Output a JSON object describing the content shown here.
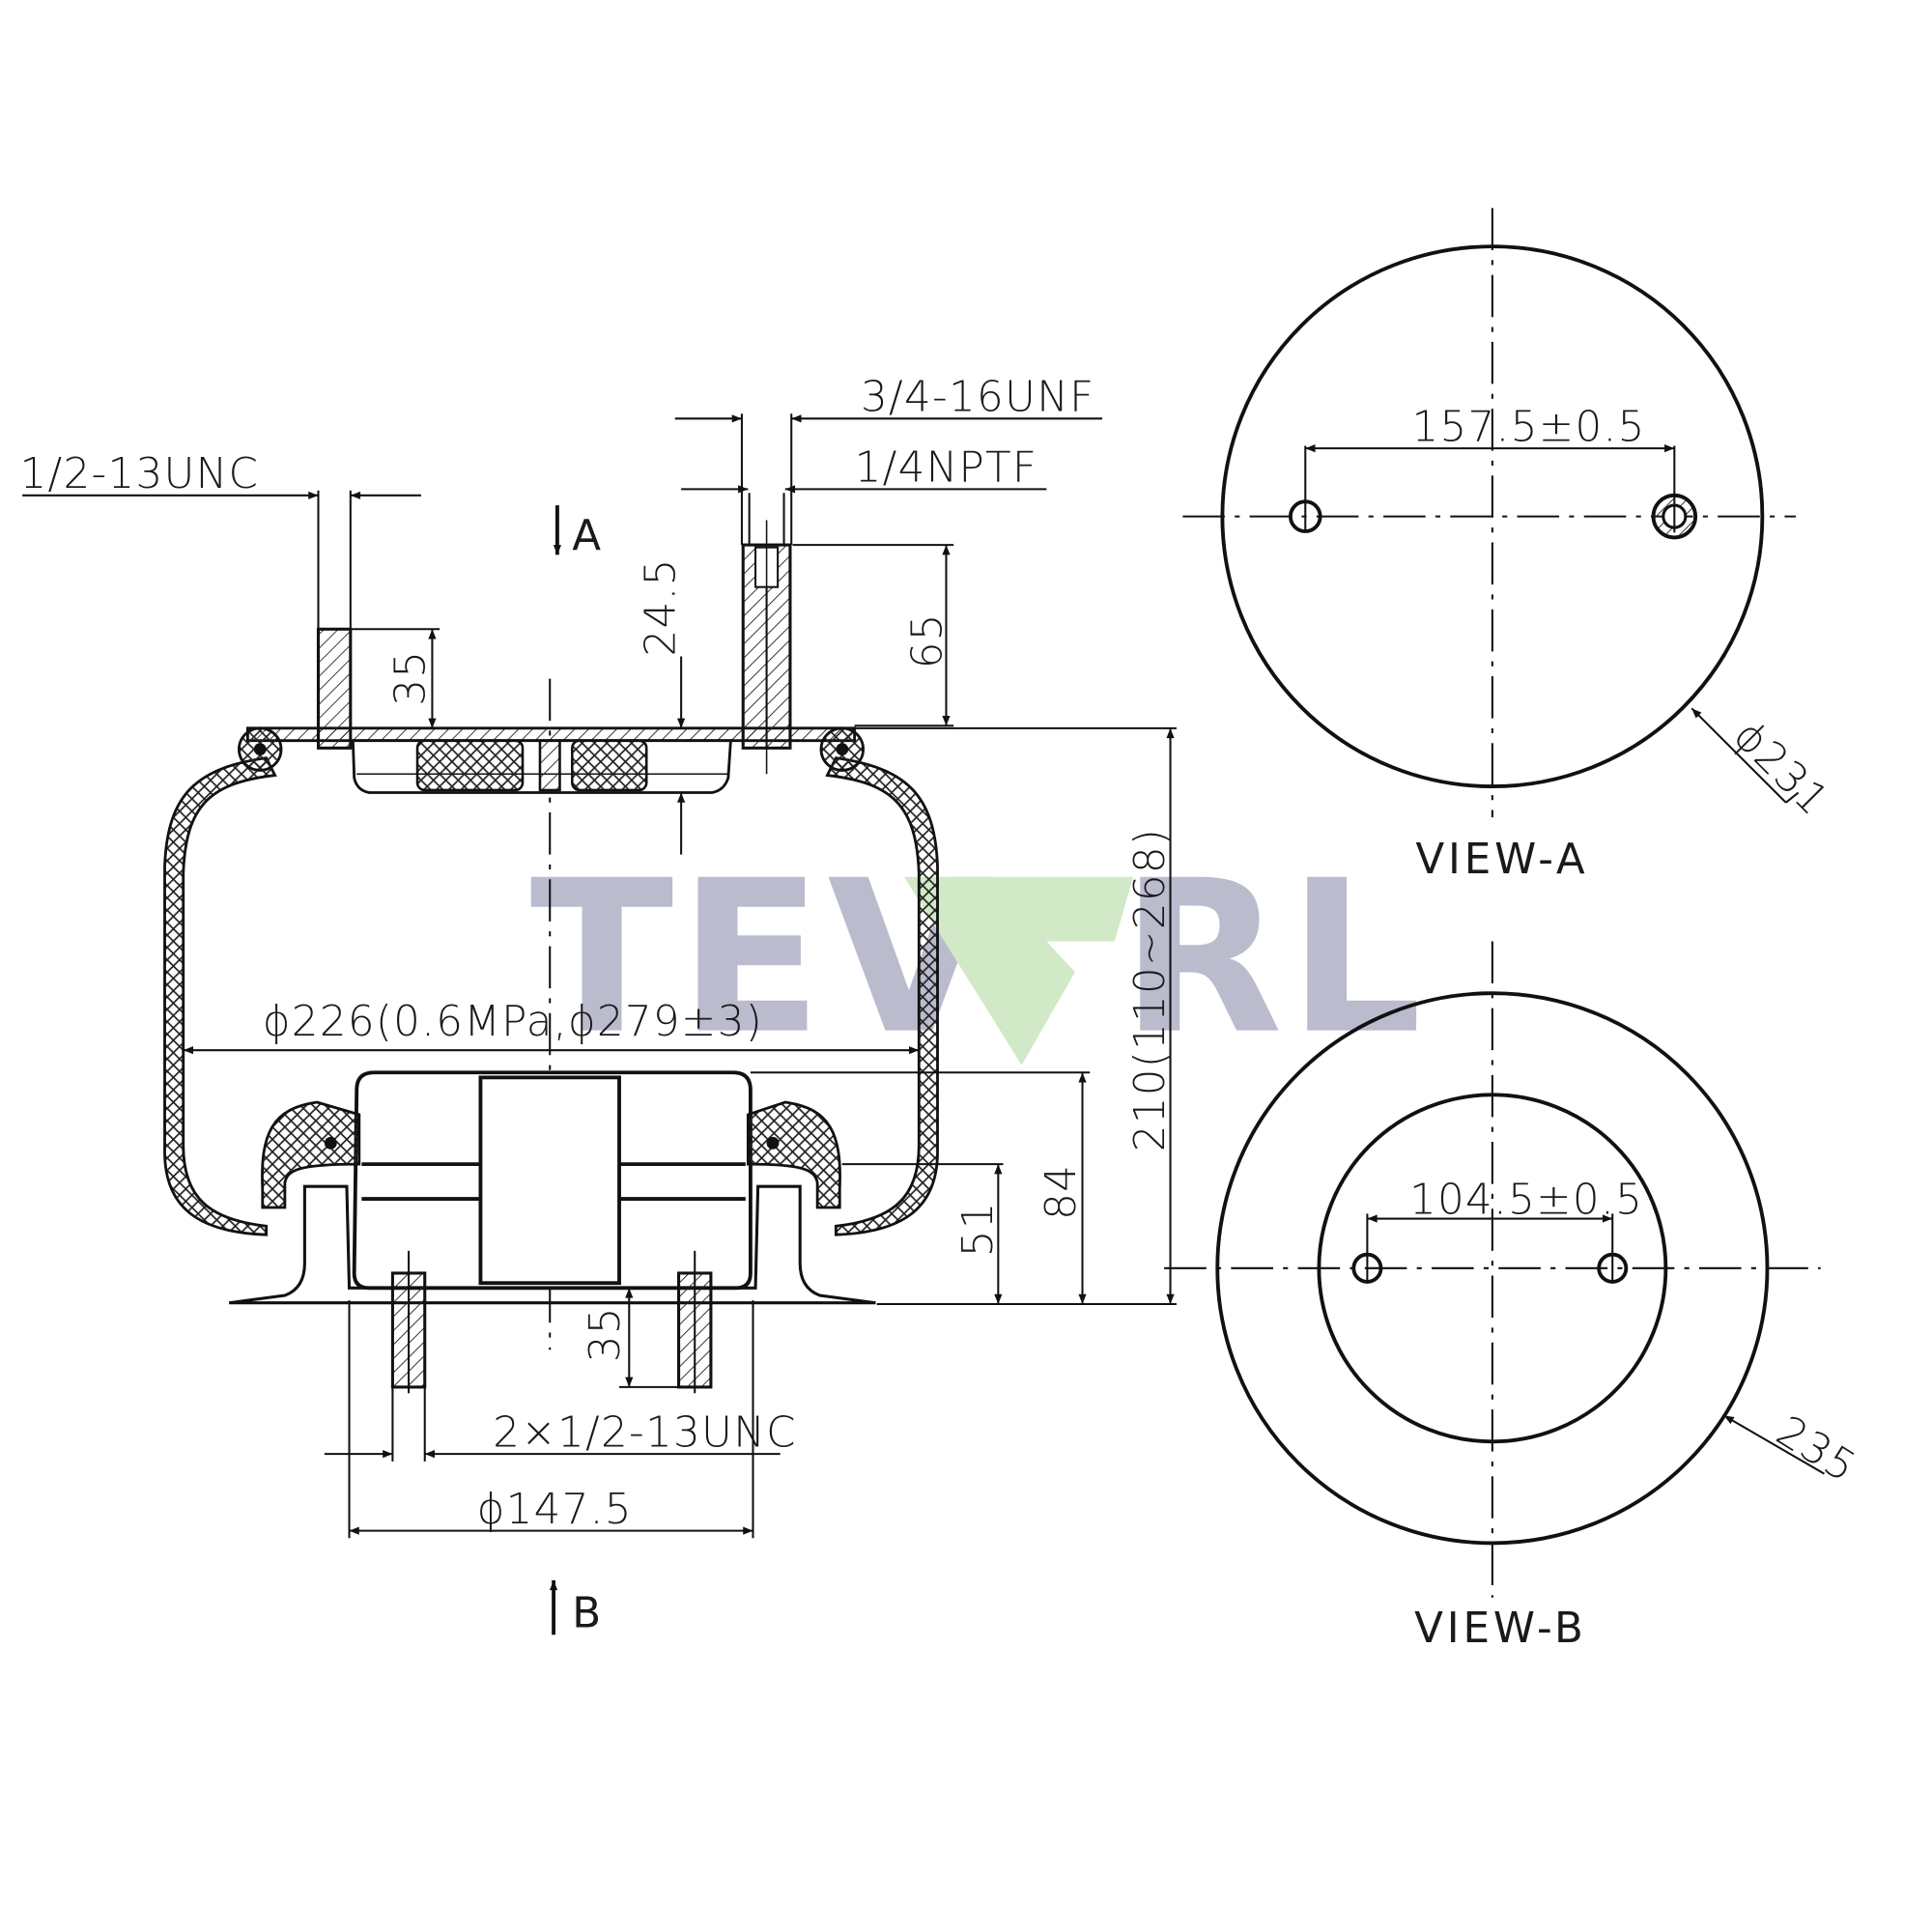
{
  "drawing": {
    "watermark": {
      "left": "TEV",
      "right": "RL",
      "colors": {
        "text": "#b8b8cc",
        "mark": "#cfe8c3"
      }
    },
    "main_view": {
      "labels": {
        "top_left_thread": "1/2-13UNC",
        "top_right_thread": "3/4-16UNF",
        "air_fitting": "1/4NPTF",
        "view_a_arrow": "A",
        "view_b_arrow": "B",
        "dim_stud_top": "35",
        "dim_bumper": "24.5",
        "dim_fitting_height": "65",
        "dim_diameter": "ϕ226(0.6MPa,ϕ279±3)",
        "dim_height": "210(110~268)",
        "dim_piston_height": "84",
        "dim_flange_height": "51",
        "dim_stud_bottom": "35",
        "bottom_thread": "2×1/2-13UNC",
        "dim_piston_diameter": "ϕ147.5"
      }
    },
    "view_a": {
      "title": "VIEW-A",
      "hole_spacing": "157.5±0.5",
      "diameter": "ϕ231"
    },
    "view_b": {
      "title": "VIEW-B",
      "hole_spacing": "104.5±0.5",
      "diameter": "235"
    }
  }
}
